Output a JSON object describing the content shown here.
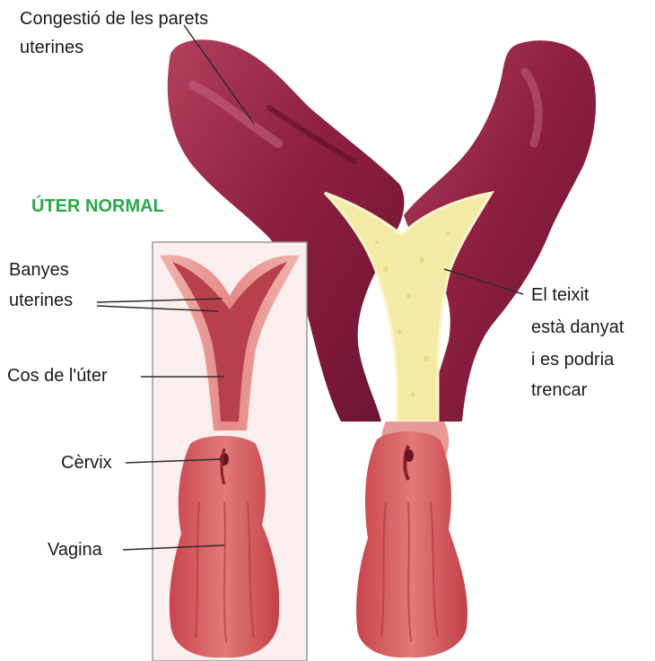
{
  "figure": {
    "normal_title": "ÚTER NORMAL",
    "normal_title_color": "#2aa84a",
    "labels": {
      "congestion_line1": "Congestió de les parets",
      "congestion_line2": "uterines",
      "horns_line1": "Banyes",
      "horns_line2": "uterines",
      "body": "Cos de l'úter",
      "cervix": "Cèrvix",
      "vagina": "Vagina",
      "damage_line1": "El teixit",
      "damage_line2": "està danyat",
      "damage_line3": "i es podria",
      "damage_line4": "trencar"
    },
    "colors": {
      "congested_tissue": "#8e1f3f",
      "congested_highlight": "#c0607e",
      "damaged_lining": "#f3eaa6",
      "normal_tissue": "#e58a86",
      "normal_dark": "#b8404c",
      "vagina_tissue": "#d9575e",
      "leader_line": "#2b2b2b"
    }
  }
}
